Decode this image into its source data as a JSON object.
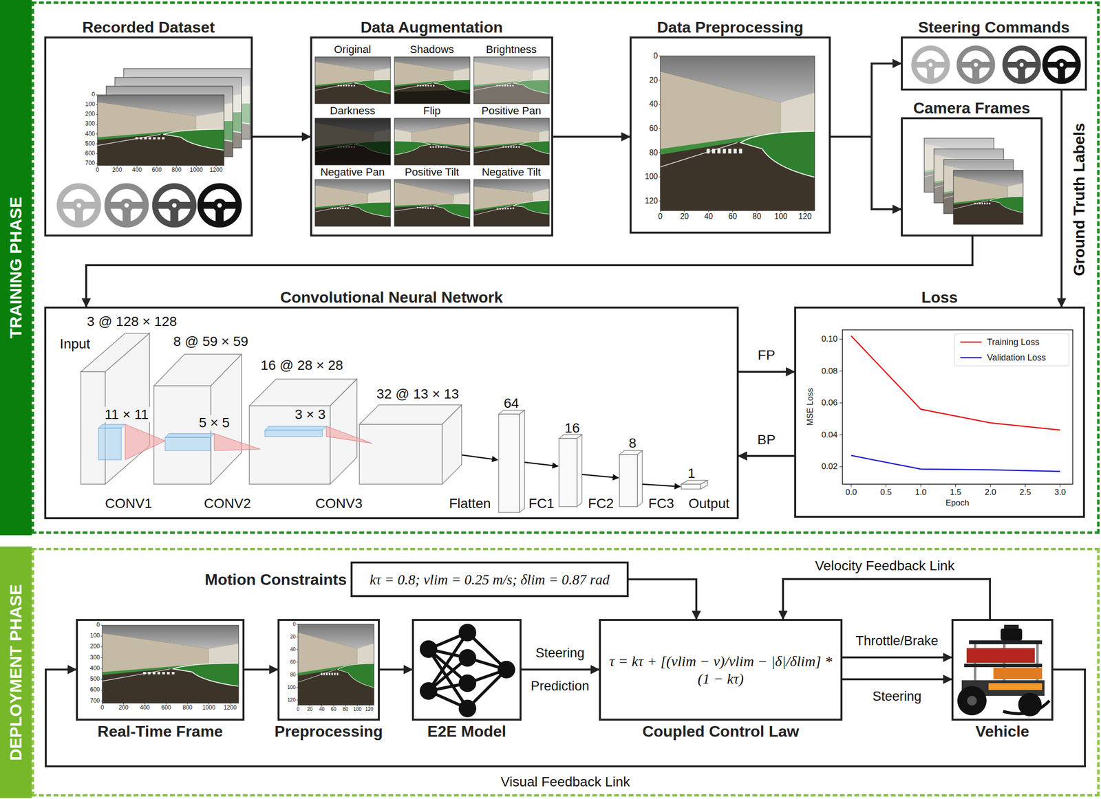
{
  "diagram": {
    "nodes": [
      {
        "text": [
          "TRAINING PHASE"
        ]
      },
      {
        "text": [
          "Recorded Dataset"
        ],
        "in": 0
      },
      {
        "text": [
          "Data Augmentation"
        ],
        "in": 0
      },
      {
        "text": [
          "Data Preprocessing"
        ],
        "in": 0
      },
      {
        "text": [
          "Steering Commands"
        ],
        "in": 0
      },
      {
        "text": [
          "Camera Frames"
        ],
        "in": 0
      },
      {
        "text": [
          "Convolutional Neural Network"
        ],
        "in": 0
      },
      {
        "text": [
          "Loss"
        ],
        "in": 0
      },
      {
        "text": [
          "DEPLOYMENT PHASE"
        ]
      },
      {
        "text": [
          "Motion Constraints",
          "kτ = 0.8; vlim = 0.25 m/s; δlim = 0.87 rad"
        ],
        "in": 8
      },
      {
        "text": [
          "Real-Time Frame"
        ],
        "in": 8
      },
      {
        "text": [
          "Preprocessing"
        ],
        "in": 8
      },
      {
        "text": [
          "E2E Model"
        ],
        "in": 8
      },
      {
        "text": [
          "Coupled Control Law",
          "τ = kτ + [(vlim − v)/vlim − |δ|/δlim] * (1 − kτ)"
        ],
        "in": 8
      },
      {
        "text": [
          "Vehicle"
        ],
        "in": 8
      }
    ],
    "edges": [
      {
        "from": 1,
        "to": 2,
        "arrow": "to"
      },
      {
        "from": 2,
        "to": 3,
        "arrow": "to"
      },
      {
        "from": 3,
        "to": 4,
        "arrow": "to"
      },
      {
        "from": 3,
        "to": 5,
        "arrow": "to"
      },
      {
        "from": 5,
        "to": 6,
        "arrow": "to"
      },
      {
        "from": 4,
        "to": 7,
        "label": "Ground Truth Labels",
        "arrow": "to"
      },
      {
        "from": 6,
        "to": 7,
        "label": "FP",
        "arrow": "to"
      },
      {
        "from": 7,
        "to": 6,
        "label": "BP",
        "arrow": "to"
      },
      {
        "from": 10,
        "to": 11,
        "arrow": "to"
      },
      {
        "from": 11,
        "to": 12,
        "arrow": "to"
      },
      {
        "from": 12,
        "to": 13,
        "label": "Steering Prediction",
        "arrow": "to"
      },
      {
        "from": 9,
        "to": 13,
        "arrow": "to"
      },
      {
        "from": 14,
        "to": 13,
        "label": "Velocity Feedback Link",
        "arrow": "to"
      },
      {
        "from": 13,
        "to": 14,
        "label": "Throttle/Brake",
        "arrow": "to"
      },
      {
        "from": 13,
        "to": 14,
        "label": "Steering",
        "arrow": "to"
      },
      {
        "from": 14,
        "to": 10,
        "label": "Visual Feedback Link",
        "arrow": "to"
      }
    ],
    "labels": [
      "Original",
      "Shadows",
      "Brightness",
      "Darkness",
      "Flip",
      "Positive Pan",
      "Negative Pan",
      "Positive Tilt",
      "Negative Tilt",
      "0",
      "100",
      "200",
      "300",
      "400",
      "500",
      "600",
      "700",
      "0",
      "200",
      "400",
      "600",
      "800",
      "1000",
      "1200",
      "0",
      "20",
      "40",
      "60",
      "80",
      "100",
      "120",
      "0",
      "20",
      "40",
      "60",
      "80",
      "100",
      "120",
      "3 @ 128 × 128",
      "Input",
      "8 @ 59 × 59",
      "16 @ 28 × 28",
      "32 @ 13 × 13",
      "11 × 11",
      "5 × 5",
      "3 × 3",
      "64",
      "16",
      "8",
      "1",
      "CONV1",
      "CONV2",
      "CONV3",
      "Flatten",
      "FC1",
      "FC2",
      "FC3",
      "Output",
      "MSE Loss",
      "Epoch",
      "0.10",
      "0.08",
      "0.06",
      "0.04",
      "0.02",
      "0.0",
      "0.5",
      "1.0",
      "1.5",
      "2.0",
      "2.5",
      "3.0",
      "0",
      "100",
      "200",
      "300",
      "400",
      "500",
      "600",
      "700",
      "0",
      "200",
      "400",
      "600",
      "800",
      "1000",
      "1200",
      "0",
      "20",
      "40",
      "60",
      "80",
      "100",
      "120",
      "0",
      "20",
      "40",
      "60",
      "80",
      "100",
      "120"
    ],
    "legend": [
      {
        "text": "Training Loss"
      },
      {
        "text": "Validation Loss"
      }
    ]
  }
}
